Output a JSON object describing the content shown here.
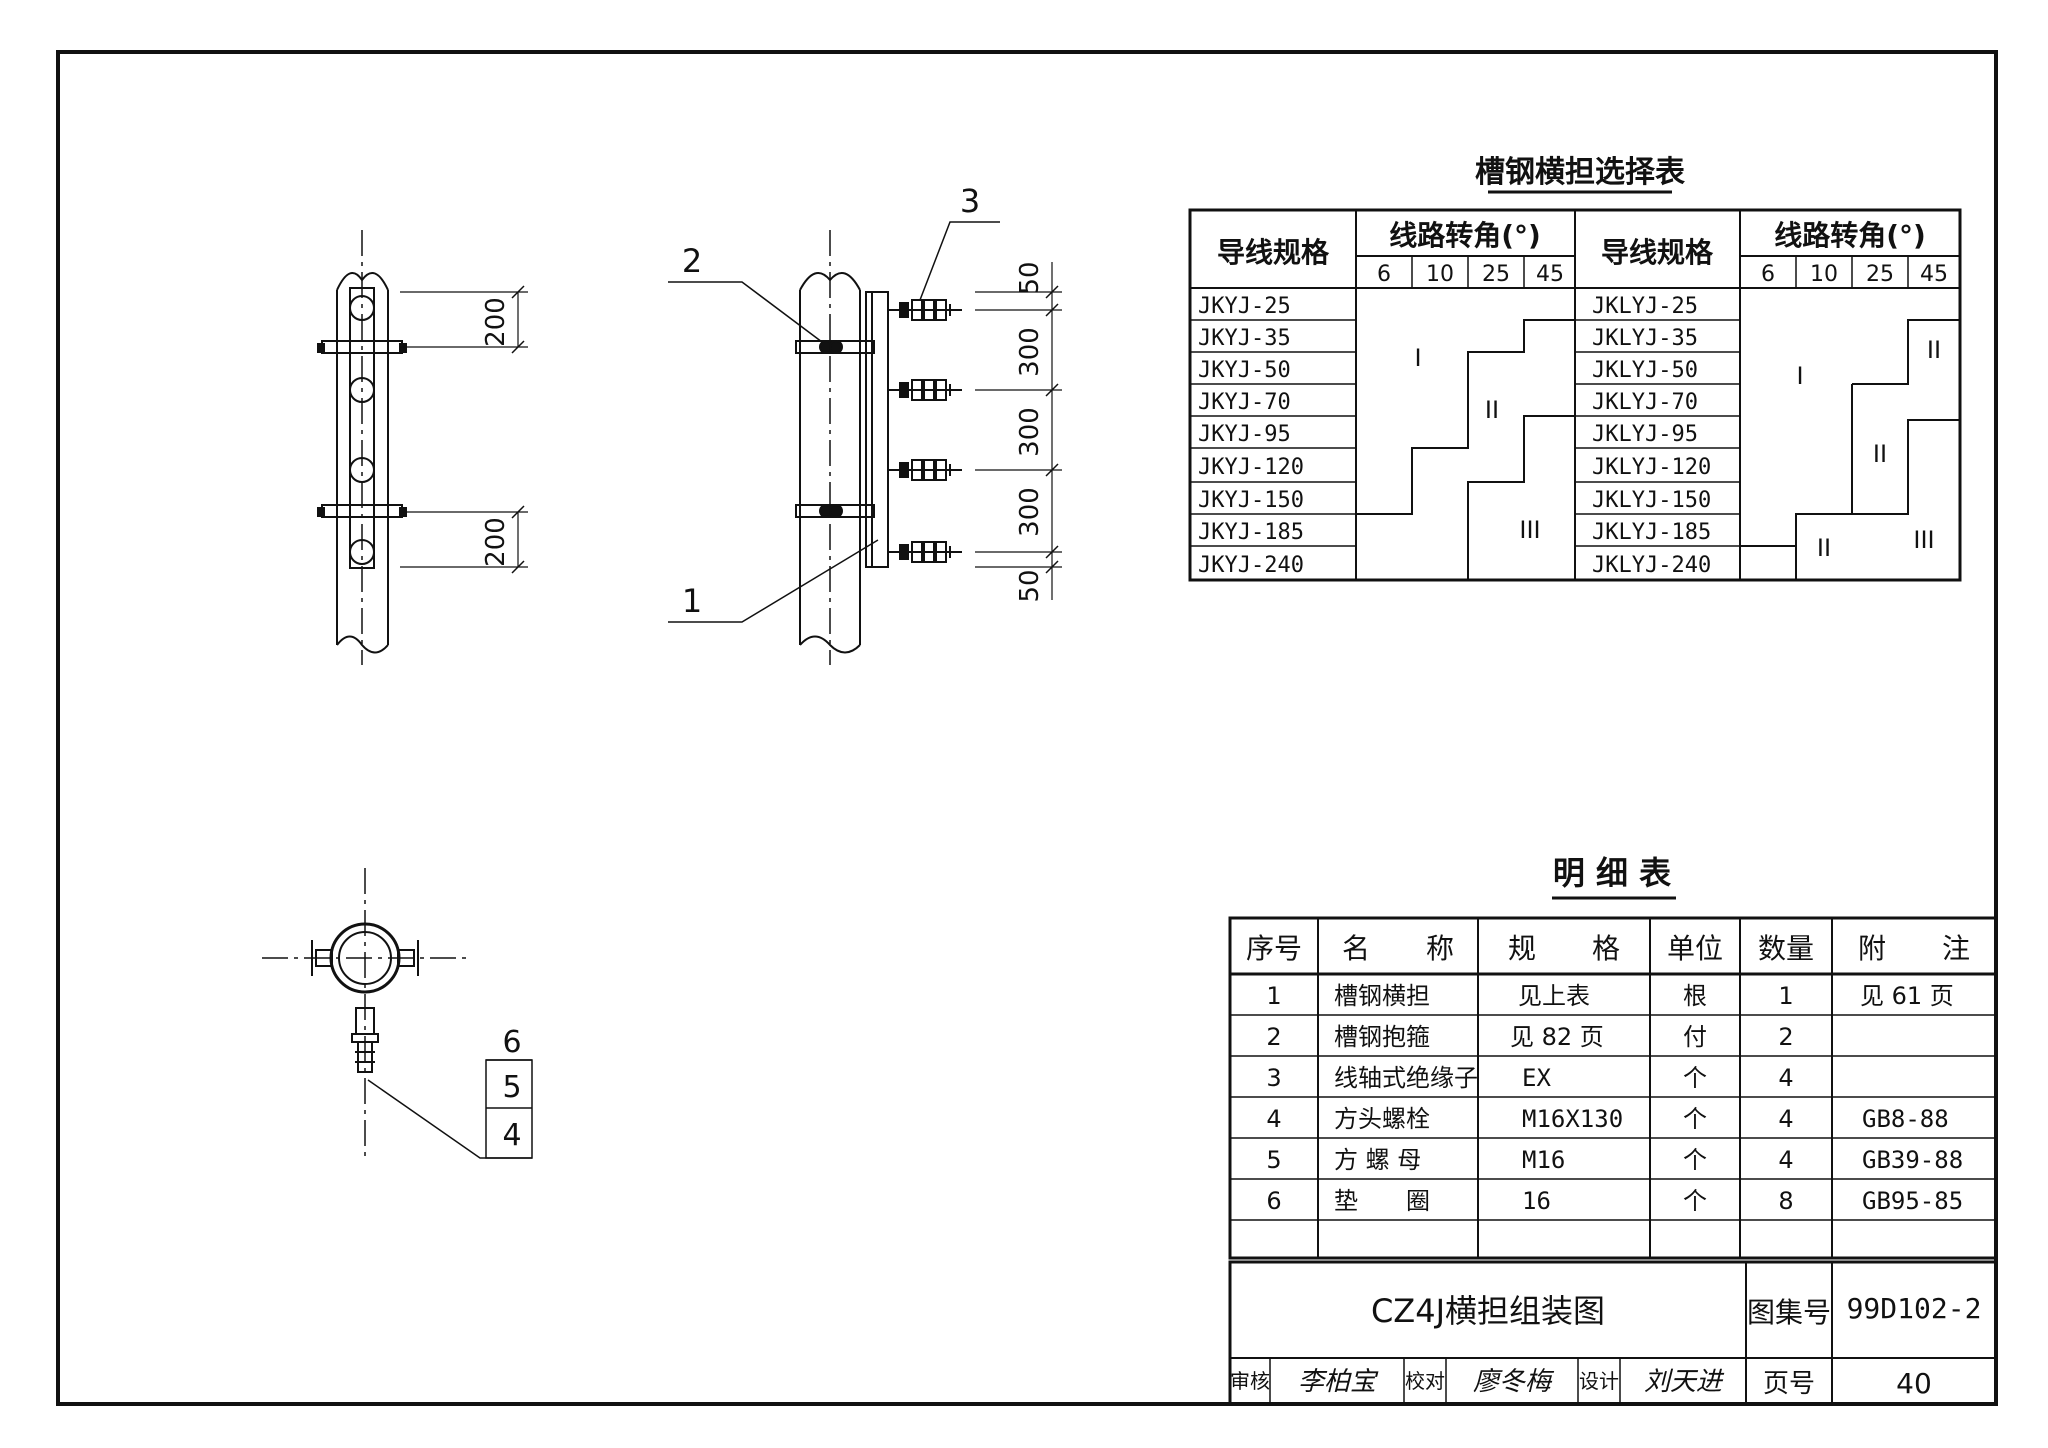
{
  "callouts": [
    "1",
    "2",
    "3",
    "4",
    "5",
    "6"
  ],
  "dimensions": {
    "left_spacing": [
      "200",
      "200"
    ],
    "side_spacing": [
      "50",
      "300",
      "300",
      "300",
      "50"
    ]
  },
  "selection_table": {
    "title": "槽钢横担选择表",
    "col_conductor": "导线规格",
    "col_angle": "线路转角(°)",
    "angles": [
      "6",
      "10",
      "25",
      "45"
    ],
    "left_specs": [
      "JKYJ-25",
      "JKYJ-35",
      "JKYJ-50",
      "JKYJ-70",
      "JKYJ-95",
      "JKYJ-120",
      "JKYJ-150",
      "JKYJ-185",
      "JKYJ-240"
    ],
    "right_specs": [
      "JKLYJ-25",
      "JKLYJ-35",
      "JKLYJ-50",
      "JKLYJ-70",
      "JKLYJ-95",
      "JKLYJ-120",
      "JKLYJ-150",
      "JKLYJ-185",
      "JKLYJ-240"
    ],
    "grade_labels": [
      "I",
      "II",
      "III"
    ]
  },
  "bom": {
    "title": "明 细 表",
    "headers": [
      "序号",
      "名　　称",
      "规　　格",
      "单位",
      "数量",
      "附　　注"
    ],
    "rows": [
      [
        "1",
        "槽钢横担",
        "见上表",
        "根",
        "1",
        "见 61 页"
      ],
      [
        "2",
        "槽钢抱箍",
        "见 82 页",
        "付",
        "2",
        ""
      ],
      [
        "3",
        "线轴式绝缘子",
        "EX",
        "个",
        "4",
        ""
      ],
      [
        "4",
        "方头螺栓",
        "M16X130",
        "个",
        "4",
        "GB8-88"
      ],
      [
        "5",
        "方 螺 母",
        "M16",
        "个",
        "4",
        "GB39-88"
      ],
      [
        "6",
        "垫　　圈",
        "16",
        "个",
        "8",
        "GB95-85"
      ]
    ]
  },
  "title_block": {
    "drawing_title": "CZ4J横担组装图",
    "atlas_label": "图集号",
    "atlas_no": "99D102-2",
    "reviewer_label": "审核",
    "reviewer": "李柏宝",
    "checker_label": "校对",
    "checker": "廖冬梅",
    "designer_label": "设计",
    "designer": "刘天进",
    "page_label": "页号",
    "page_no": "40"
  }
}
